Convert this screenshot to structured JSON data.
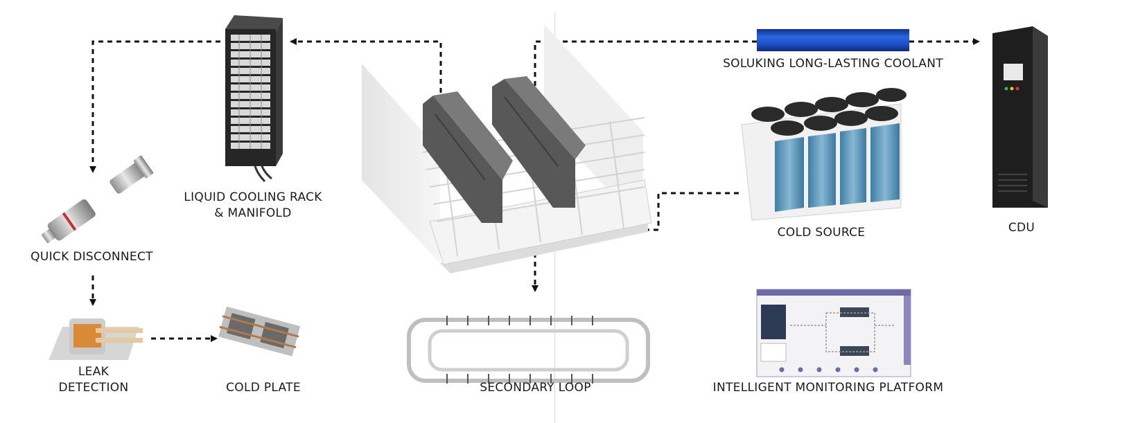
{
  "labels": {
    "rack_line1": "LIQUID COOLING RACK",
    "rack_line2": "& MANIFOLD",
    "quick_disconnect": "QUICK DISCONNECT",
    "leak_line1": "LEAK",
    "leak_line2": "DETECTION",
    "cold_plate": "COLD PLATE",
    "secondary_loop": "SECONDARY LOOP",
    "coolant": "SOLUKING LONG-LASTING COOLANT",
    "cold_source": "COLD SOURCE",
    "cdu": "CDU",
    "monitoring": "INTELLIGENT MONITORING PLATFORM"
  },
  "colors": {
    "arrow": "#111111",
    "coolant_bar": "#1f4fc4",
    "rack_body": "#2b2b2b",
    "cdu_body": "#222222",
    "fin_blue": "#5a8fb0"
  }
}
